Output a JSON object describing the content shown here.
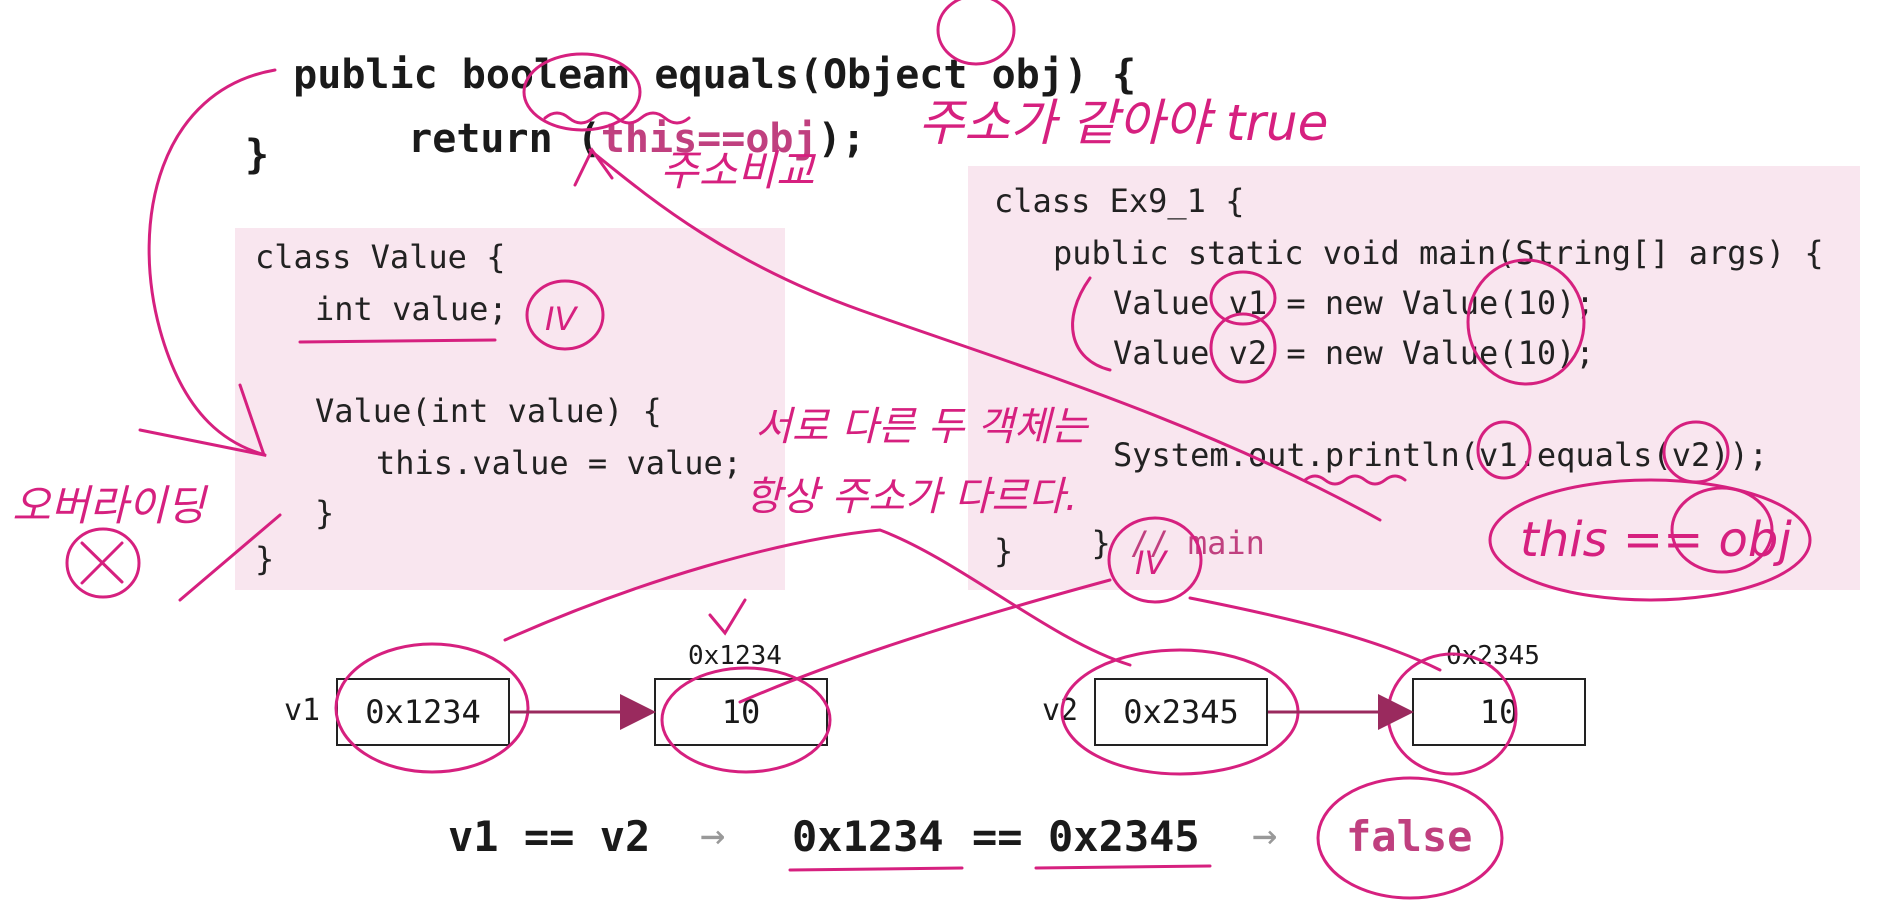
{
  "top_code": {
    "line1_a": "public boolean equals(Object ",
    "line1_obj": "obj",
    "line1_b": ") {",
    "line2_a": "return (",
    "line2_hl": "this==obj",
    "line2_b": ");",
    "line3": "}"
  },
  "value_class": {
    "l1": "class Value {",
    "l2": "int value;",
    "l3": "Value(int value) {",
    "l4": "this.value = value;",
    "l5": "}",
    "l6": "}"
  },
  "ex_class": {
    "l1": "class Ex9_1 {",
    "l2": "public static void main(String[] args) {",
    "l3": "Value v1 = new Value(10);",
    "l4": "Value v2 = new Value(10);",
    "l5": "System.out.println(v1.equals(v2));",
    "l6_brace": "}",
    "l6_comment": "// main",
    "l7": "}"
  },
  "memory": {
    "v1_label": "v1",
    "v1_addr": "0x1234",
    "obj1_addr": "0x1234",
    "obj1_value": "10",
    "v2_label": "v2",
    "v2_addr": "0x2345",
    "obj2_addr": "0x2345",
    "obj2_value": "10"
  },
  "bottom": {
    "expr": "v1 == v2",
    "arrow1": "→",
    "left_addr": "0x1234",
    "eq": "==",
    "right_addr": "0x2345",
    "arrow2": "→",
    "result": "false"
  },
  "annotations": {
    "addr_compare": "주소비교",
    "same_addr_true": "주소가 같아야 true",
    "iv1": "IV",
    "iv2": "IV",
    "override": "오버라이딩",
    "cross": "X",
    "diff_objects": "서로 다른 두 객체는",
    "always_diff": "항상 주소가 다르다.",
    "this_obj": "this == obj"
  },
  "colors": {
    "ink": "#d6207f",
    "panel": "#f9e6ef",
    "arrow": "#9a2a5e",
    "code_pink": "#c0407f"
  }
}
